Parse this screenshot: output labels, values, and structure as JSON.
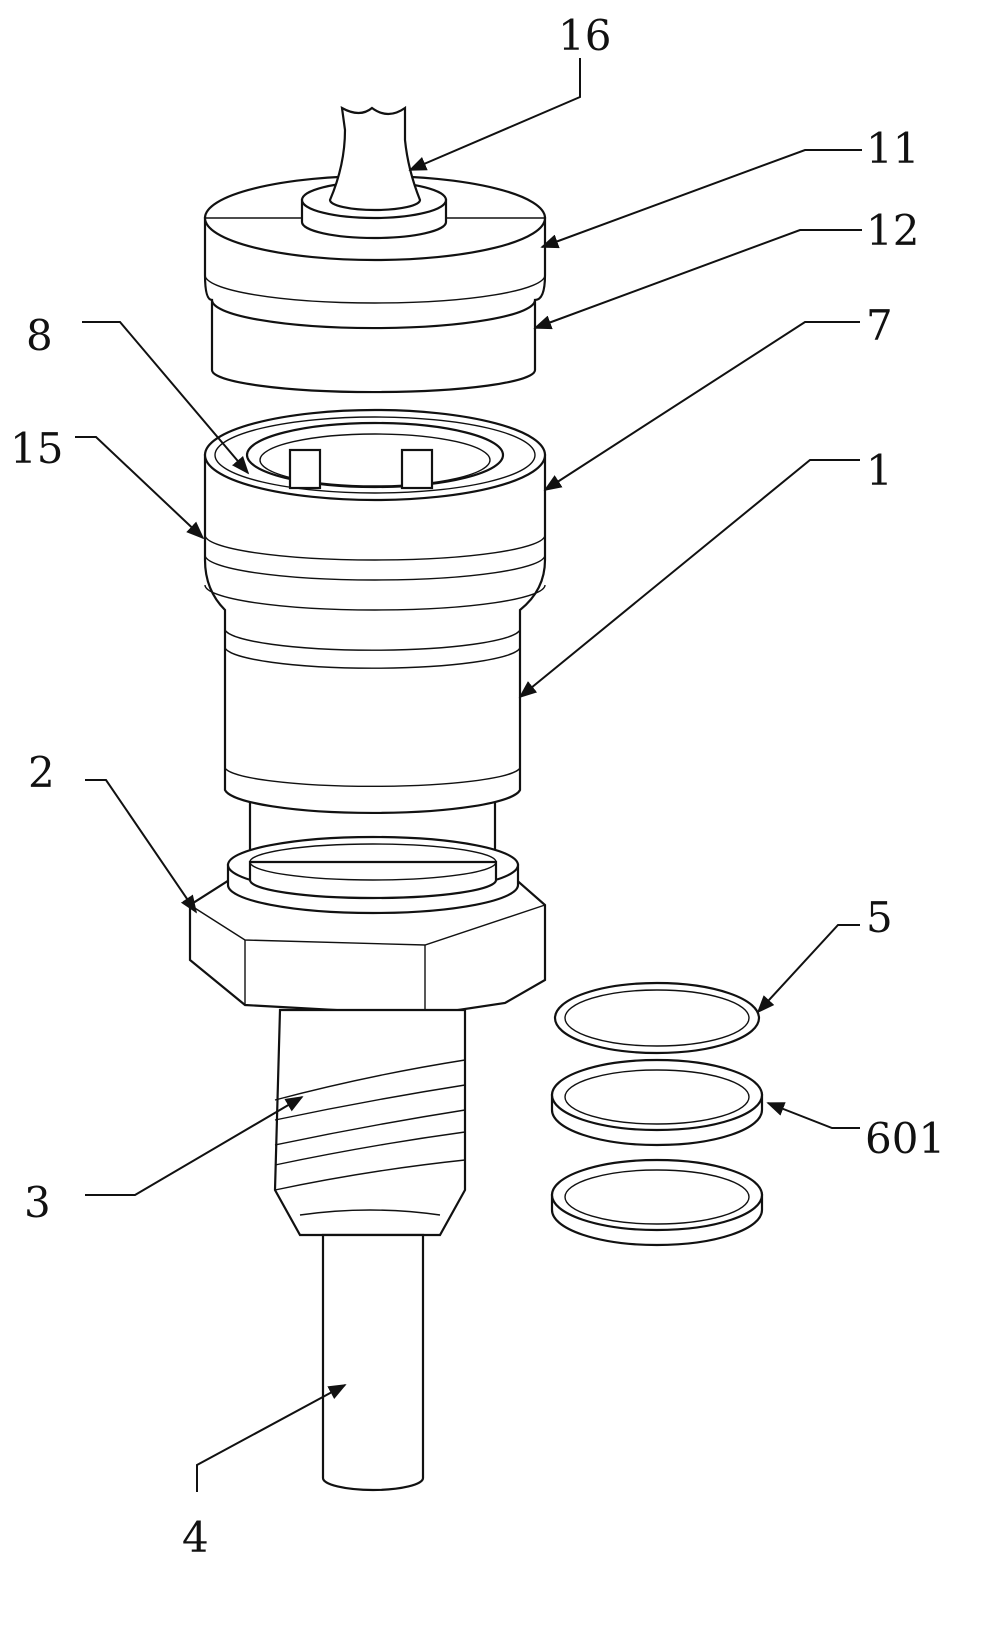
{
  "figure": {
    "labels": {
      "l16": "16",
      "l11": "11",
      "l12": "12",
      "l8": "8",
      "l7": "7",
      "l15": "15",
      "l1": "1",
      "l2": "2",
      "l5": "5",
      "l601": "601",
      "l3": "3",
      "l4": "4"
    }
  }
}
